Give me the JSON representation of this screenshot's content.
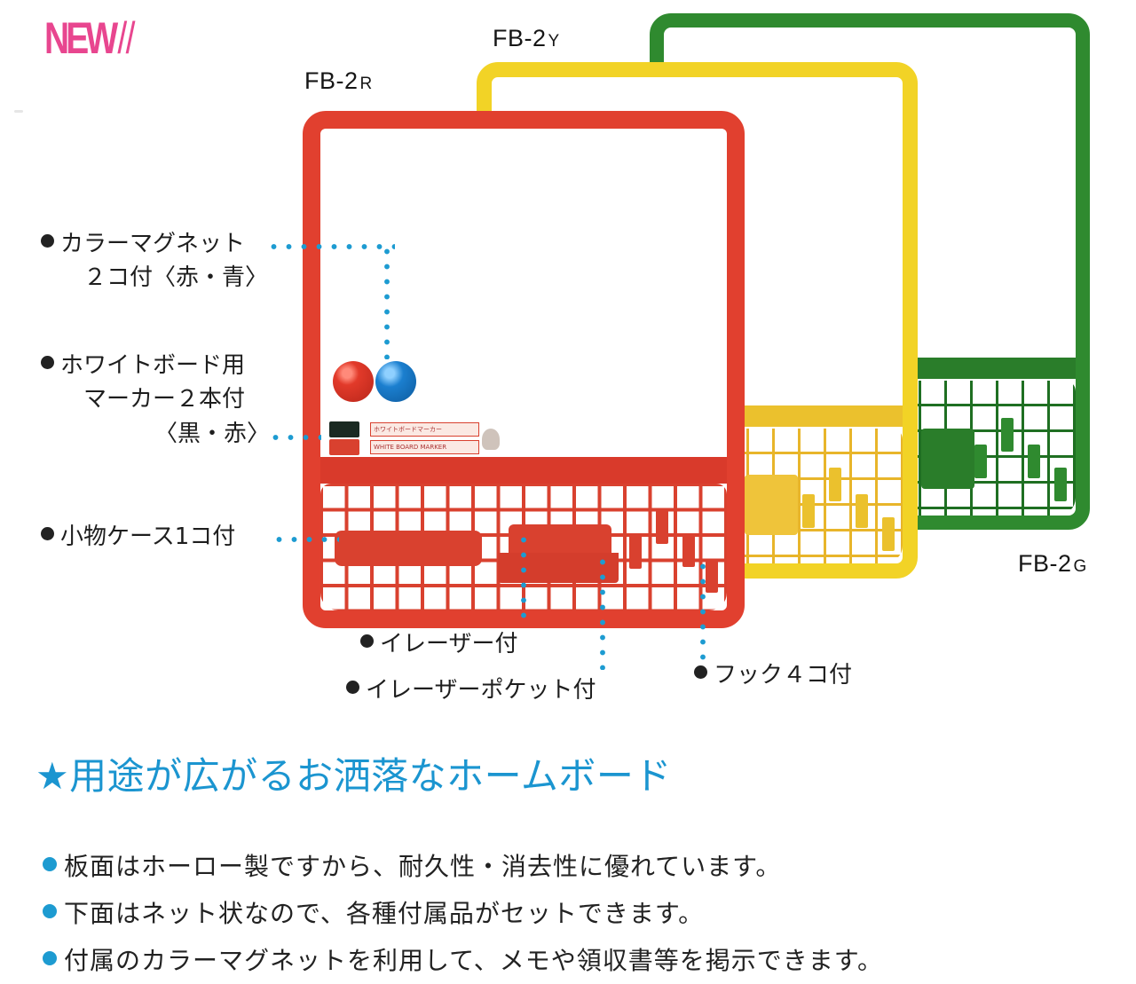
{
  "badge": {
    "text": "NEW",
    "slashes": "//",
    "color": "#e8468f"
  },
  "models": [
    {
      "code": "FB-2",
      "suffix": "Y",
      "color_name": "yellow",
      "frame_color": "#f2d326",
      "net_color": "#e8b52a"
    },
    {
      "code": "FB-2",
      "suffix": "R",
      "color_name": "red",
      "frame_color": "#e1402f",
      "net_color": "#d9412f"
    },
    {
      "code": "FB-2",
      "suffix": "G",
      "color_name": "green",
      "frame_color": "#2f8a2f",
      "net_color": "#1f6f22"
    }
  ],
  "callouts": {
    "magnet": {
      "line1": "カラーマグネット",
      "line2": "２コ付〈赤・青〉"
    },
    "marker": {
      "line1": "ホワイトボード用",
      "line2": "マーカー２本付",
      "line3": "〈黒・赤〉"
    },
    "case": {
      "line1": "小物ケース1コ付"
    },
    "eraser": {
      "line1": "イレーザー付"
    },
    "eraser_pocket": {
      "line1": "イレーザーポケット付"
    },
    "hooks": {
      "line1": "フック４コ付"
    }
  },
  "accessories": {
    "magnets": [
      {
        "color": "#e23a2a"
      },
      {
        "color": "#1b7fcf"
      }
    ],
    "markers": [
      {
        "cap": "black",
        "label_text": "ホワイトボードマーカー"
      },
      {
        "cap": "red",
        "label_text": "WHITE BOARD MARKER"
      }
    ]
  },
  "headline": {
    "star": "★",
    "text": "用途が広がるお洒落なホームボード"
  },
  "features": [
    "板面はホーロー製ですから、耐久性・消去性に優れています。",
    "下面はネット状なので、各種付属品がセットできます。",
    "付属のカラーマグネットを利用して、メモや領収書等を掲示できます。"
  ],
  "colors": {
    "accent_blue": "#1b95d0",
    "dot_blue": "#1d9bd1",
    "text": "#1e1e1e"
  }
}
